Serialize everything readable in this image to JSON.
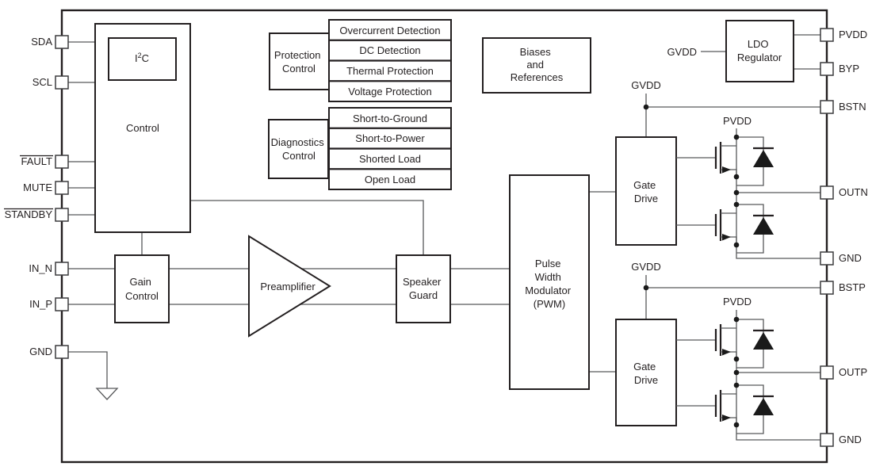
{
  "colors": {
    "wire": "#58595b",
    "border": "#231f20",
    "text": "#231f20",
    "fill": "#ffffff"
  },
  "pins": {
    "left": [
      "SDA",
      "SCL",
      "FAULT",
      "MUTE",
      "STANDBY",
      "IN_N",
      "IN_P",
      "GND"
    ],
    "right": [
      "PVDD",
      "BYP",
      "BSTN",
      "OUTN",
      "GND",
      "BSTP",
      "OUTP",
      "GND"
    ]
  },
  "blocks": {
    "control": "Control",
    "i2c_parts": [
      "I",
      "2",
      "C"
    ],
    "protection_control": [
      "Protection",
      "Control"
    ],
    "protection_items": [
      "Overcurrent Detection",
      "DC Detection",
      "Thermal Protection",
      "Voltage Protection"
    ],
    "diagnostics_control": [
      "Diagnostics",
      "Control"
    ],
    "diagnostics_items": [
      "Short-to-Ground",
      "Short-to-Power",
      "Shorted Load",
      "Open Load"
    ],
    "biases": [
      "Biases",
      "and",
      "References"
    ],
    "gain_control": [
      "Gain",
      "Control"
    ],
    "preamplifier": "Preamplifier",
    "speaker_guard": [
      "Speaker",
      "Guard"
    ],
    "pwm": [
      "Pulse",
      "Width",
      "Modulator",
      "(PWM)"
    ],
    "gate_drive_top": [
      "Gate",
      "Drive"
    ],
    "gate_drive_bottom": [
      "Gate",
      "Drive"
    ],
    "ldo": [
      "LDO",
      "Regulator"
    ]
  },
  "nets": {
    "gvdd_ldo": "GVDD",
    "gvdd_top": "GVDD",
    "gvdd_bottom": "GVDD",
    "pvdd_top": "PVDD",
    "pvdd_bottom": "PVDD"
  }
}
